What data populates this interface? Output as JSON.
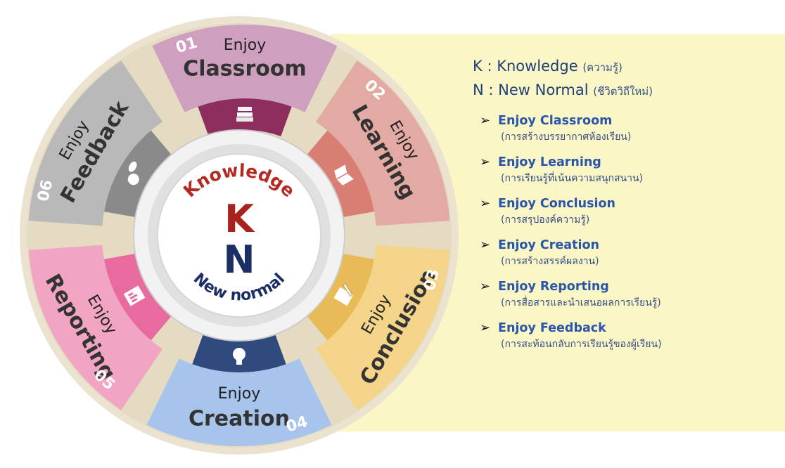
{
  "wheel": {
    "center": {
      "top": "Knowledge",
      "k": "K",
      "n": "N",
      "bottom": "New normal"
    },
    "segments": [
      {
        "num": "01",
        "word1": "Enjoy",
        "word2": "Classroom",
        "color": "#cf9fbf",
        "inner": "#8e2e5e",
        "icon": "books-icon"
      },
      {
        "num": "02",
        "word1": "Enjoy",
        "word2": "Learning",
        "color": "#e3a9a3",
        "inner": "#d97e72",
        "icon": "open-book-icon"
      },
      {
        "num": "03",
        "word1": "Enjoy",
        "word2": "Conclusion",
        "color": "#f4d488",
        "inner": "#e9bb57",
        "icon": "note-pencil-icon"
      },
      {
        "num": "04",
        "word1": "Enjoy",
        "word2": "Creation",
        "color": "#a7c4ec",
        "inner": "#2f4a7c",
        "icon": "lightbulb-icon"
      },
      {
        "num": "05",
        "word1": "Enjoy",
        "word2": "Reporting",
        "color": "#f2a5c3",
        "inner": "#e96a9f",
        "icon": "report-icon"
      },
      {
        "num": "06",
        "word1": "Enjoy",
        "word2": "Feedback",
        "color": "#b9b9b9",
        "inner": "#8a8a8a",
        "icon": "chat-heads-icon"
      }
    ]
  },
  "legend": {
    "k": {
      "key": "K : Knowledge",
      "thai": "(ความรู้)"
    },
    "n": {
      "key": "N : New Normal",
      "thai": "(ชีวิตวิถีใหม่)"
    },
    "items": [
      {
        "title": "Enjoy Classroom",
        "thai": "(การสร้างบรรยากาศห้องเรียน)"
      },
      {
        "title": "Enjoy Learning",
        "thai": "(การเรียนรู้ที่เน้นความสนุกสนาน)"
      },
      {
        "title": "Enjoy Conclusion",
        "thai": "(การสรุปองค์ความรู้)"
      },
      {
        "title": "Enjoy Creation",
        "thai": "(การสร้างสรรค์ผลงาน)"
      },
      {
        "title": "Enjoy Reporting",
        "thai": "(การสื่อสารและนำเสนอผลการเรียนรู้)"
      },
      {
        "title": "Enjoy Feedback",
        "thai": "(การสะท้อนกลับการเรียนรู้ของผู้เรียน)"
      }
    ]
  }
}
